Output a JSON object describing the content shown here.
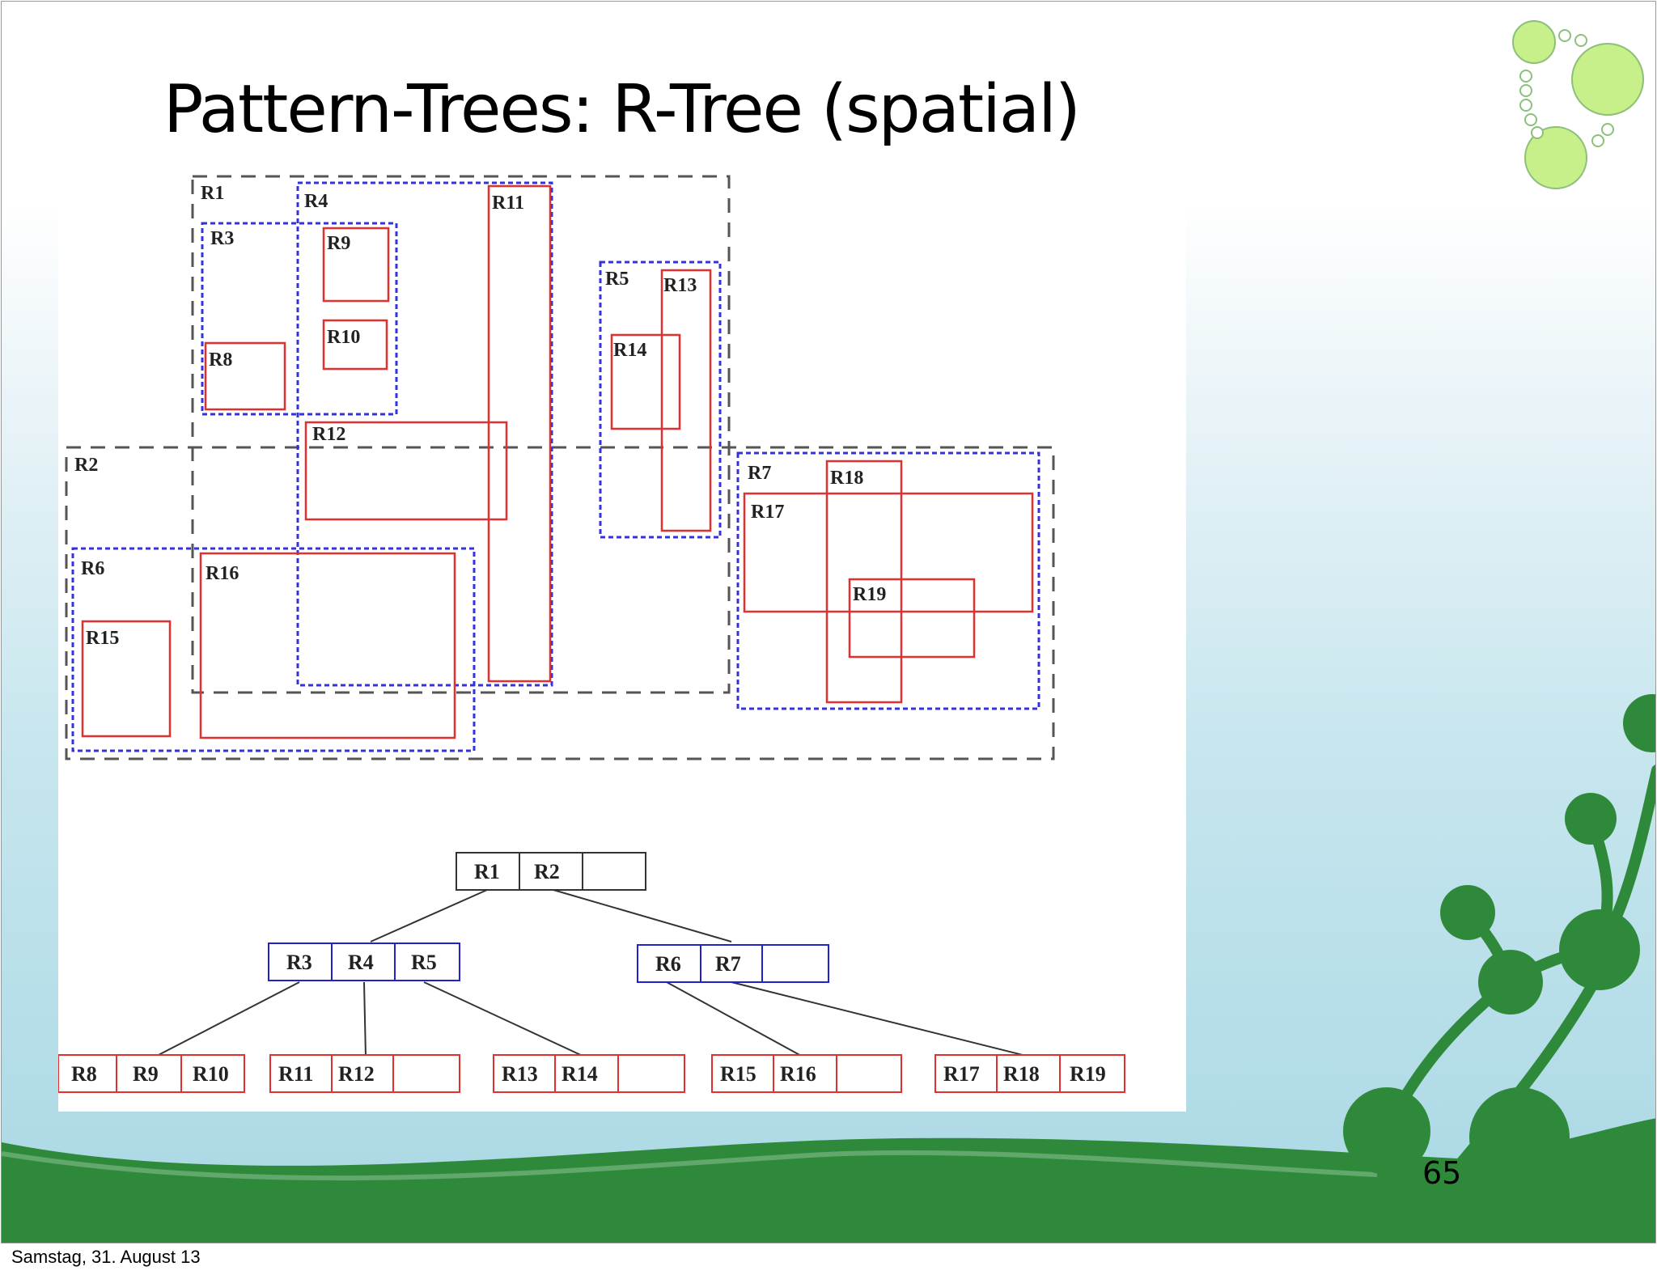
{
  "slide": {
    "title": "Pattern-Trees: R-Tree (spatial)",
    "page_number": "65",
    "footer_date": "Samstag, 31. August 13"
  },
  "colors": {
    "level1_dashed": "#555555",
    "level2_dashed": "#3333dd",
    "leaf_rect": "#e03030",
    "tree_level2_node": "#2222cc",
    "tree_leaf_node": "#e03030",
    "deco_green": "#2e8a3a",
    "bubble_green": "#c8f08a"
  },
  "regions": {
    "R1": "R1",
    "R2": "R2",
    "R3": "R3",
    "R4": "R4",
    "R5": "R5",
    "R6": "R6",
    "R7": "R7",
    "R8": "R8",
    "R9": "R9",
    "R10": "R10",
    "R11": "R11",
    "R12": "R12",
    "R13": "R13",
    "R14": "R14",
    "R15": "R15",
    "R16": "R16",
    "R17": "R17",
    "R18": "R18",
    "R19": "R19"
  },
  "tree": {
    "root": [
      "R1",
      "R2",
      ""
    ],
    "level2": [
      [
        "R3",
        "R4",
        "R5"
      ],
      [
        "R6",
        "R7",
        ""
      ]
    ],
    "leaves": [
      [
        "R8",
        "R9",
        "R10"
      ],
      [
        "R11",
        "R12",
        ""
      ],
      [
        "R13",
        "R14",
        ""
      ],
      [
        "R15",
        "R16",
        ""
      ],
      [
        "R17",
        "R18",
        "R19"
      ]
    ]
  }
}
